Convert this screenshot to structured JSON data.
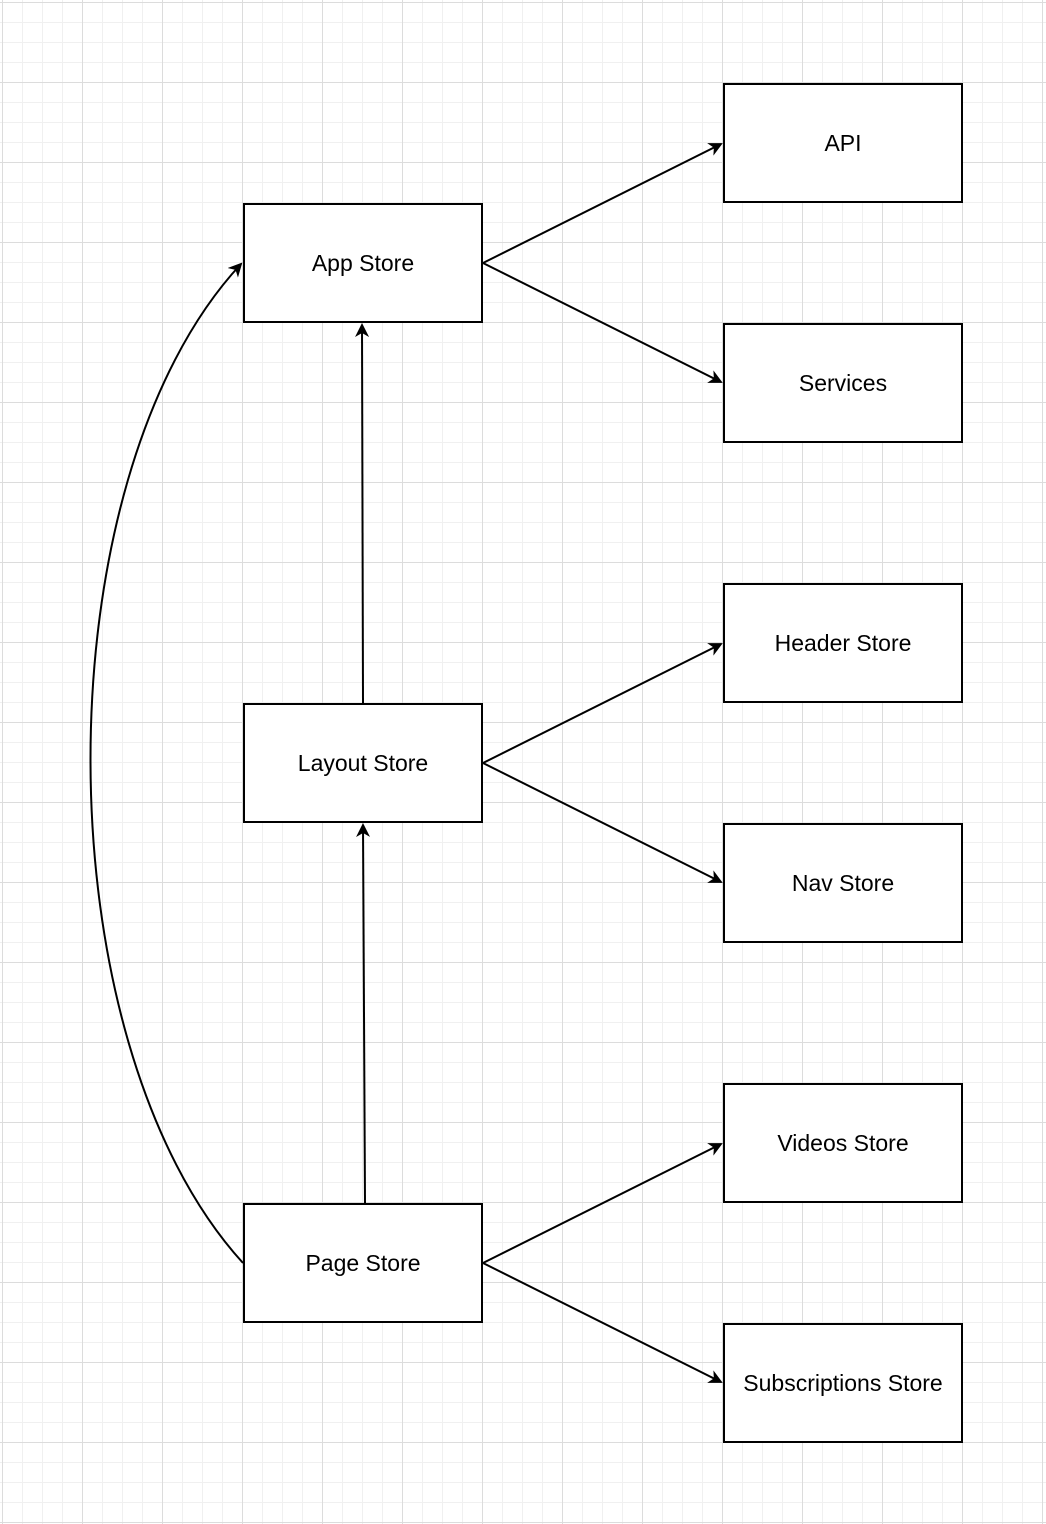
{
  "nodes": {
    "app_store": "App Store",
    "layout_store": "Layout Store",
    "page_store": "Page Store",
    "api": "API",
    "services": "Services",
    "header_store": "Header Store",
    "nav_store": "Nav Store",
    "videos_store": "Videos Store",
    "subscriptions_store": "Subscriptions Store"
  },
  "edges": [
    {
      "from": "App Store",
      "to": "API"
    },
    {
      "from": "App Store",
      "to": "Services"
    },
    {
      "from": "Layout Store",
      "to": "App Store"
    },
    {
      "from": "Layout Store",
      "to": "Header Store"
    },
    {
      "from": "Layout Store",
      "to": "Nav Store"
    },
    {
      "from": "Page Store",
      "to": "Layout Store"
    },
    {
      "from": "Page Store",
      "to": "App Store"
    },
    {
      "from": "Page Store",
      "to": "Videos Store"
    },
    {
      "from": "Page Store",
      "to": "Subscriptions Store"
    }
  ],
  "colors": {
    "stroke": "#000000",
    "grid": "#dcdcdc",
    "background": "#ffffff"
  }
}
